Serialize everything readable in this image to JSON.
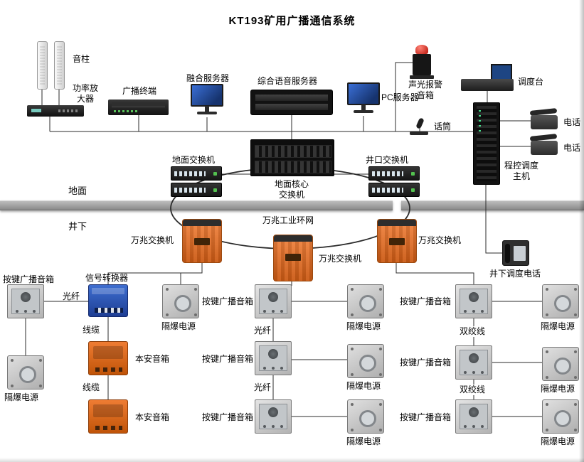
{
  "title": "KT193矿用广播通信系统",
  "zones": {
    "surface": "地面",
    "underground": "井下"
  },
  "labels": {
    "sound_column": "音柱",
    "power_amplifier": "功率放大器",
    "broadcast_terminal": "广播终端",
    "fusion_server": "融合服务器",
    "voice_server": "综合语音服务器",
    "pc_server": "PC服务器",
    "alarm_speaker": "声光报警音箱",
    "dispatch_console": "调度台",
    "microphone": "话筒",
    "surface_switch": "地面交换机",
    "core_switch": "地面核心交换机",
    "wellhead_switch": "井口交换机",
    "dispatch_host": "程控调度主机",
    "telephone": "电话",
    "ring_network": "万兆工业环网",
    "ten_gig_switch": "万兆交换机",
    "underground_phone": "井下调度电话",
    "signal_converter": "信号转换器",
    "button_speaker": "按键广播音箱",
    "flameproof_power": "隔爆电源",
    "intrinsic_speaker": "本安音箱",
    "optical_fiber": "光纤",
    "cable": "线缆",
    "twisted_pair": "双绞线"
  },
  "colors": {
    "mine_switch_orange": "#e8702a",
    "intrinsic_speaker_orange": "#e06a1f",
    "signal_converter_blue": "#2f55b4",
    "alarm_red": "#cc1a0e",
    "divider_gray": "#a0a0a0",
    "wire_black": "#2b2b2b"
  }
}
